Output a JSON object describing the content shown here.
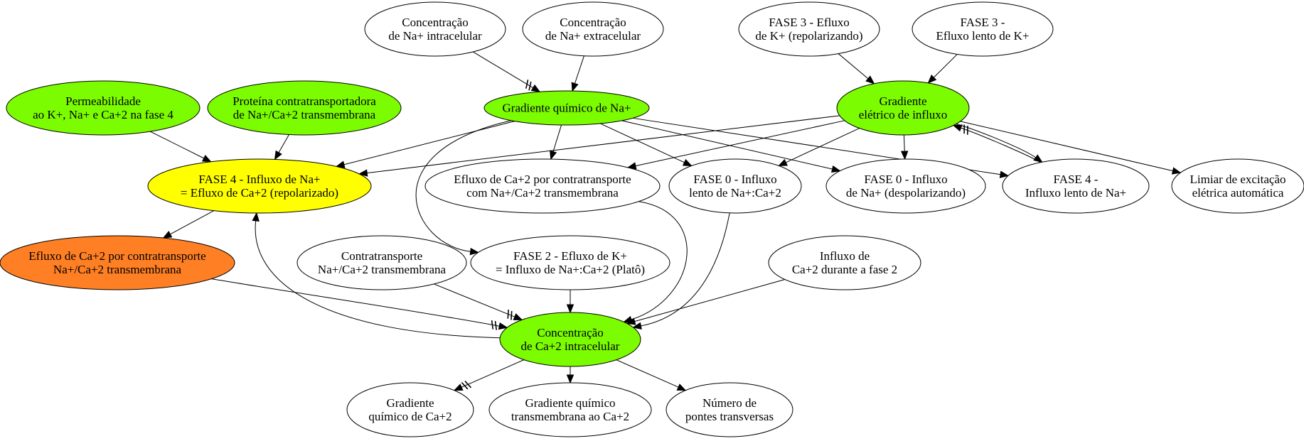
{
  "colors": {
    "white": "#ffffff",
    "green": "#7cfc00",
    "yellow": "#ffff00",
    "orange": "#ff7f24",
    "stroke": "#000000"
  },
  "nodes": {
    "na_intra": {
      "lines": [
        "Concentração",
        "de Na+ intracelular"
      ],
      "fill": "white"
    },
    "na_extra": {
      "lines": [
        "Concentração",
        "de Na+ extracelular"
      ],
      "fill": "white"
    },
    "fase3_efluxo": {
      "lines": [
        "FASE 3 - Efluxo",
        "de K+ (repolarizando)"
      ],
      "fill": "white"
    },
    "fase3_lento": {
      "lines": [
        "FASE 3 -",
        "Efluxo lento de K+"
      ],
      "fill": "white"
    },
    "permeabilidade": {
      "lines": [
        "Permeabilidade",
        "ao K+, Na+ e Ca+2 na fase 4"
      ],
      "fill": "green"
    },
    "proteina": {
      "lines": [
        "Proteína contratransportadora",
        "de Na+/Ca+2 transmembrana"
      ],
      "fill": "green"
    },
    "grad_quimico_na": {
      "lines": [
        "Gradiente químico de Na+"
      ],
      "fill": "green"
    },
    "grad_eletrico": {
      "lines": [
        "Gradiente",
        "elétrico de influxo"
      ],
      "fill": "green"
    },
    "fase4_influxo": {
      "lines": [
        "FASE 4 - Influxo de Na+",
        "= Efluxo de Ca+2 (repolarizado)"
      ],
      "fill": "yellow"
    },
    "efluxo_ca_com": {
      "lines": [
        "Efluxo de Ca+2 por contratransporte",
        "com Na+/Ca+2 transmembrana"
      ],
      "fill": "white"
    },
    "fase0_lento": {
      "lines": [
        "FASE 0 - Influxo",
        "lento de Na+:Ca+2"
      ],
      "fill": "white"
    },
    "fase0_influxo": {
      "lines": [
        "FASE 0 - Influxo",
        "de Na+ (despolarizando)"
      ],
      "fill": "white"
    },
    "fase4_lento": {
      "lines": [
        "FASE 4 -",
        "Influxo lento de Na+"
      ],
      "fill": "white"
    },
    "limiar": {
      "lines": [
        "Limiar de excitação",
        "elétrica automática"
      ],
      "fill": "white"
    },
    "efluxo_ca_orange": {
      "lines": [
        "Efluxo de Ca+2 por contratransporte",
        "Na+/Ca+2 transmembrana"
      ],
      "fill": "orange"
    },
    "contratransporte": {
      "lines": [
        "Contratransporte",
        "Na+/Ca+2 transmembrana"
      ],
      "fill": "white"
    },
    "fase2": {
      "lines": [
        "FASE 2 - Efluxo de K+",
        "= Influxo de Na+:Ca+2 (Platô)"
      ],
      "fill": "white"
    },
    "influxo_ca": {
      "lines": [
        "Influxo de",
        "Ca+2 durante a fase 2"
      ],
      "fill": "white"
    },
    "ca_intra": {
      "lines": [
        "Concentração",
        "de Ca+2 intracelular"
      ],
      "fill": "green"
    },
    "grad_quimico_ca": {
      "lines": [
        "Gradiente",
        "químico de Ca+2"
      ],
      "fill": "white"
    },
    "grad_transmembrana": {
      "lines": [
        "Gradiente químico",
        "transmembrana ao Ca+2"
      ],
      "fill": "white"
    },
    "pontes": {
      "lines": [
        "Número de",
        "pontes transversas"
      ],
      "fill": "white"
    }
  },
  "edges": [
    {
      "from": "na_intra",
      "to": "grad_quimico_na",
      "inverse": true
    },
    {
      "from": "na_extra",
      "to": "grad_quimico_na",
      "inverse": false
    },
    {
      "from": "fase3_efluxo",
      "to": "grad_eletrico",
      "inverse": false
    },
    {
      "from": "fase3_lento",
      "to": "grad_eletrico",
      "inverse": false
    },
    {
      "from": "permeabilidade",
      "to": "fase4_influxo",
      "inverse": false
    },
    {
      "from": "proteina",
      "to": "fase4_influxo",
      "inverse": false
    },
    {
      "from": "grad_quimico_na",
      "to": "fase4_influxo",
      "inverse": false
    },
    {
      "from": "grad_quimico_na",
      "to": "efluxo_ca_com",
      "inverse": false
    },
    {
      "from": "grad_quimico_na",
      "to": "fase0_lento",
      "inverse": false
    },
    {
      "from": "grad_quimico_na",
      "to": "fase0_influxo",
      "inverse": false
    },
    {
      "from": "grad_quimico_na",
      "to": "fase4_lento",
      "inverse": false
    },
    {
      "from": "grad_quimico_na",
      "to": "fase2",
      "inverse": false
    },
    {
      "from": "grad_eletrico",
      "to": "fase4_influxo",
      "inverse": false
    },
    {
      "from": "grad_eletrico",
      "to": "efluxo_ca_com",
      "inverse": false
    },
    {
      "from": "grad_eletrico",
      "to": "fase0_lento",
      "inverse": false
    },
    {
      "from": "grad_eletrico",
      "to": "fase0_influxo",
      "inverse": false
    },
    {
      "from": "grad_eletrico",
      "to": "fase4_lento",
      "inverse": false
    },
    {
      "from": "grad_eletrico",
      "to": "limiar",
      "inverse": false
    },
    {
      "from": "fase4_lento",
      "to": "grad_eletrico",
      "inverse": true
    },
    {
      "from": "fase4_influxo",
      "to": "efluxo_ca_orange",
      "inverse": false
    },
    {
      "from": "efluxo_ca_orange",
      "to": "ca_intra",
      "inverse": true
    },
    {
      "from": "contratransporte",
      "to": "ca_intra",
      "inverse": true
    },
    {
      "from": "fase2",
      "to": "ca_intra",
      "inverse": false
    },
    {
      "from": "efluxo_ca_com",
      "to": "ca_intra",
      "inverse": false
    },
    {
      "from": "fase0_lento",
      "to": "ca_intra",
      "inverse": false
    },
    {
      "from": "influxo_ca",
      "to": "ca_intra",
      "inverse": false
    },
    {
      "from": "ca_intra",
      "to": "fase4_influxo",
      "inverse": false
    },
    {
      "from": "ca_intra",
      "to": "grad_quimico_ca",
      "inverse": true
    },
    {
      "from": "ca_intra",
      "to": "grad_transmembrana",
      "inverse": false
    },
    {
      "from": "ca_intra",
      "to": "pontes",
      "inverse": false
    }
  ]
}
